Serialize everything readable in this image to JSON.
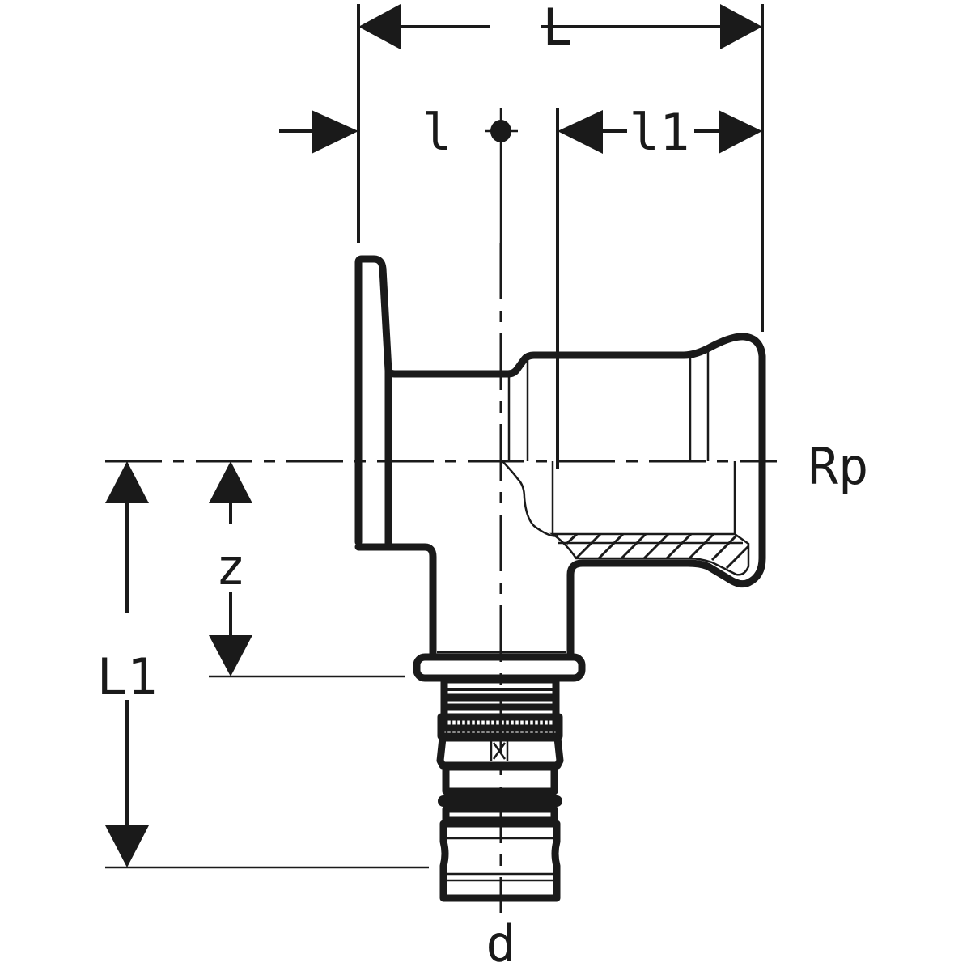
{
  "drawing": {
    "subject": "wall plate elbow fitting with female thread (Rp) and press connection (d)",
    "line_color": "#1a1a1a",
    "background": "#ffffff"
  },
  "dimensions": {
    "overall_length": "L",
    "left_insertion": "l",
    "right_insertion": "l1",
    "vertical_offset": "z",
    "overall_height": "L1",
    "thread_label": "Rp",
    "pipe_diameter": "d"
  }
}
